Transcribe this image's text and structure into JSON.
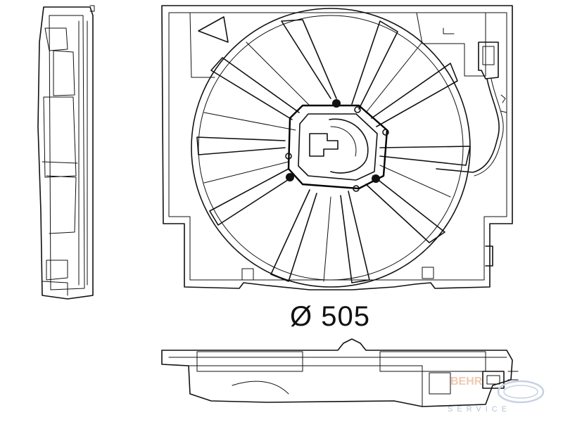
{
  "diagram": {
    "diameter_label": "Ø 505",
    "watermark": {
      "brand_text": "BEHR",
      "service_text": "SERVICE"
    }
  }
}
